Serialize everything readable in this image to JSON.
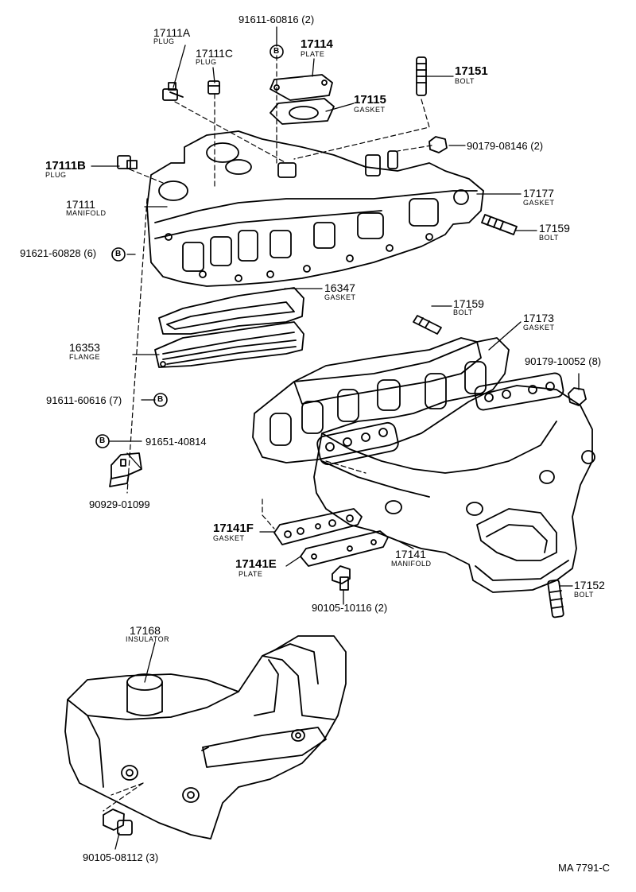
{
  "diagram": {
    "ref_code": "MA 7791-C",
    "marker_letter": "B",
    "parts": {
      "p17111A": {
        "number": "17111A",
        "name": "PLUG"
      },
      "p17111C": {
        "number": "17111C",
        "name": "PLUG"
      },
      "p91611_60816": {
        "number": "91611-60816 (2)"
      },
      "p17114": {
        "number": "17114",
        "name": "PLATE"
      },
      "p17151": {
        "number": "17151",
        "name": "BOLT"
      },
      "p17115": {
        "number": "17115",
        "name": "GASKET"
      },
      "p90179_08146": {
        "number": "90179-08146 (2)"
      },
      "p17111B": {
        "number": "17111B",
        "name": "PLUG"
      },
      "p17111": {
        "number": "17111",
        "name": "MANIFOLD"
      },
      "p17177": {
        "number": "17177",
        "name": "GASKET"
      },
      "p17159a": {
        "number": "17159",
        "name": "BOLT"
      },
      "p91621_60828": {
        "number": "91621-60828 (6)"
      },
      "p16347": {
        "number": "16347",
        "name": "GASKET"
      },
      "p17159b": {
        "number": "17159",
        "name": "BOLT"
      },
      "p17173": {
        "number": "17173",
        "name": "GASKET"
      },
      "p16353": {
        "number": "16353",
        "name": "FLANGE"
      },
      "p90179_10052": {
        "number": "90179-10052 (8)"
      },
      "p91611_60616": {
        "number": "91611-60616 (7)"
      },
      "p91651_40814": {
        "number": "91651-40814"
      },
      "p90929_01099": {
        "number": "90929-01099"
      },
      "p17141F": {
        "number": "17141F",
        "name": "GASKET"
      },
      "p17141": {
        "number": "17141",
        "name": "MANIFOLD"
      },
      "p17141E": {
        "number": "17141E",
        "name": "PLATE"
      },
      "p17152": {
        "number": "17152",
        "name": "BOLT"
      },
      "p90105_10116": {
        "number": "90105-10116 (2)"
      },
      "p17168": {
        "number": "17168",
        "name": "INSULATOR"
      },
      "p90105_08112": {
        "number": "90105-08112 (3)"
      }
    }
  }
}
